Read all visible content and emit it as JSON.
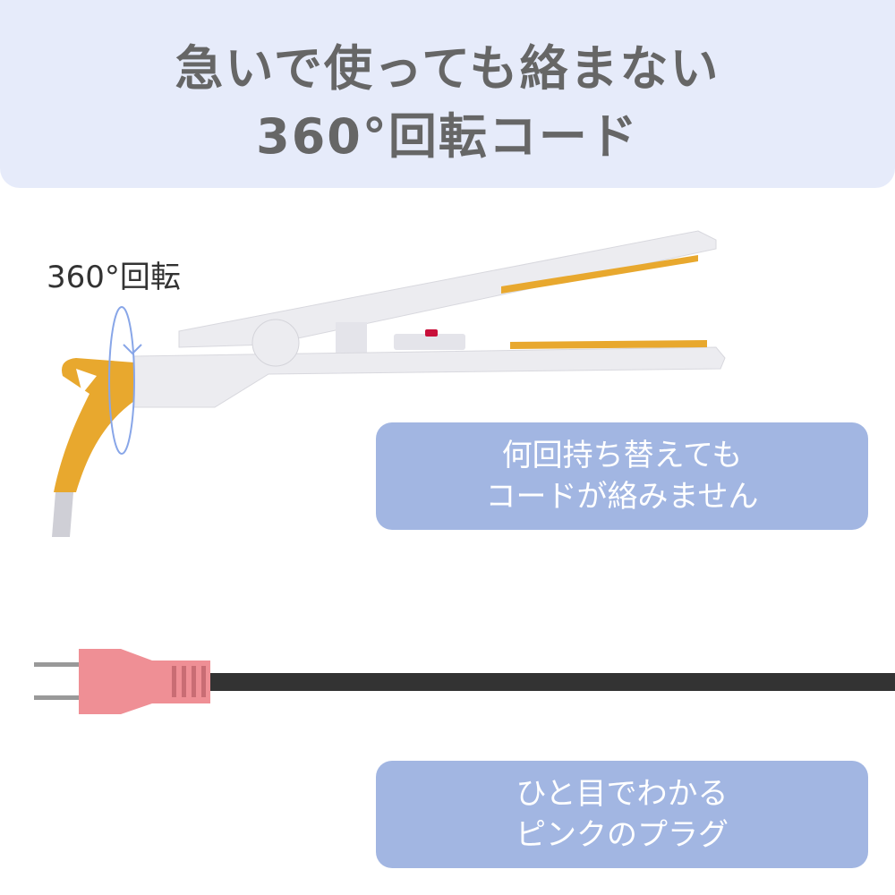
{
  "header": {
    "line1": "急いで使っても絡まない",
    "line2": "360°回転コード"
  },
  "rotation_label": "360°回転",
  "callout1": {
    "line1": "何回持ち替えても",
    "line2": "コードが絡みません"
  },
  "callout2": {
    "line1": "ひと目でわかる",
    "line2": "ピンクのプラグ"
  },
  "colors": {
    "header_bg": "#e6ebfa",
    "callout_bg": "#a2b6e2",
    "cord_guard": "#e8a82e",
    "plug": "#ef8f95"
  }
}
